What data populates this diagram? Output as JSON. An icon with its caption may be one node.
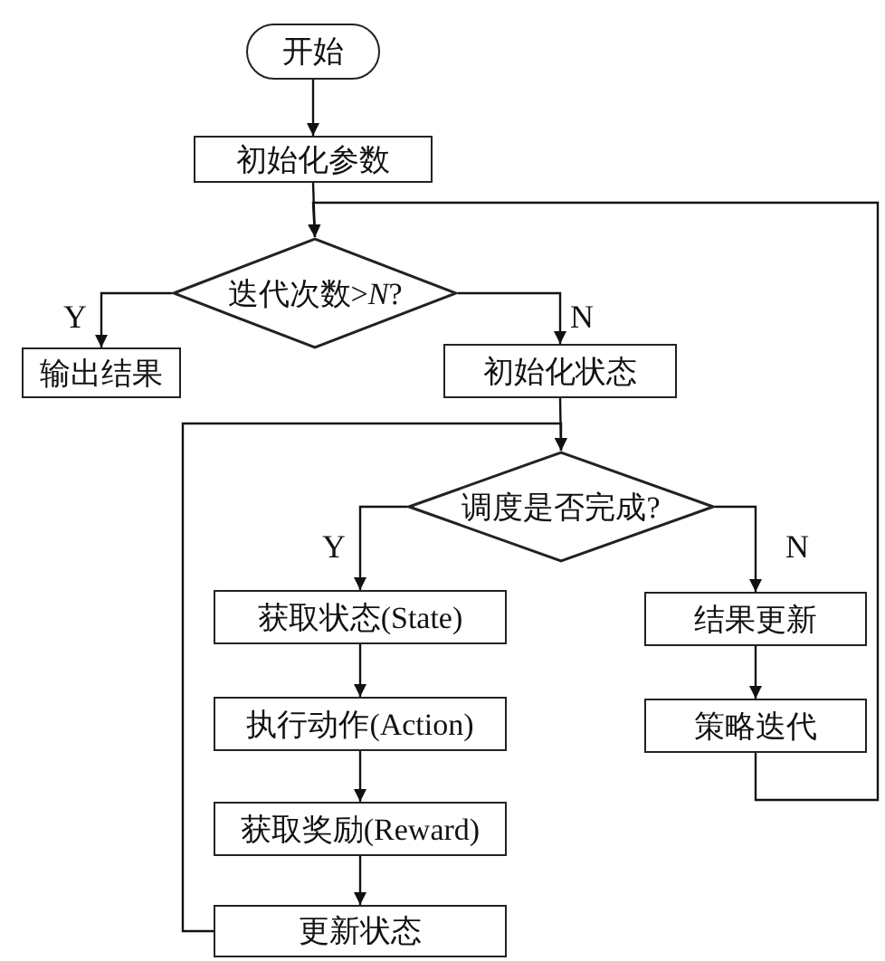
{
  "diagram": {
    "nodes": [
      {
        "text": [
          "开始"
        ]
      },
      {
        "text": [
          "初始化参数"
        ]
      },
      {
        "text": [
          "迭代次数>*N*?"
        ]
      },
      {
        "text": [
          "输出结果"
        ]
      },
      {
        "text": [
          "初始化状态"
        ]
      },
      {
        "text": [
          "调度是否完成?"
        ]
      },
      {
        "text": [
          "获取状态(State)"
        ]
      },
      {
        "text": [
          "结果更新"
        ]
      },
      {
        "text": [
          "执行动作(Action)"
        ]
      },
      {
        "text": [
          "策略迭代"
        ]
      },
      {
        "text": [
          "获取奖励(Reward)"
        ]
      },
      {
        "text": [
          "更新状态"
        ]
      }
    ],
    "edges": [
      {
        "from": 0,
        "to": 1,
        "arrow": "to"
      },
      {
        "from": 1,
        "to": 2,
        "arrow": "to"
      },
      {
        "from": 2,
        "to": 3,
        "arrow": "to",
        "label": "Y"
      },
      {
        "from": 2,
        "to": 4,
        "arrow": "to",
        "label": "N"
      },
      {
        "from": 4,
        "to": 5,
        "arrow": "to"
      },
      {
        "from": 5,
        "to": 6,
        "arrow": "to",
        "label": "Y"
      },
      {
        "from": 5,
        "to": 7,
        "arrow": "to",
        "label": "N"
      },
      {
        "from": 6,
        "to": 8,
        "arrow": "to"
      },
      {
        "from": 8,
        "to": 10,
        "arrow": "to"
      },
      {
        "from": 10,
        "to": 11,
        "arrow": "to"
      },
      {
        "from": 11,
        "to": 5,
        "arrow": "to"
      },
      {
        "from": 7,
        "to": 9,
        "arrow": "to"
      },
      {
        "from": 9,
        "to": 2,
        "arrow": "to"
      }
    ]
  }
}
